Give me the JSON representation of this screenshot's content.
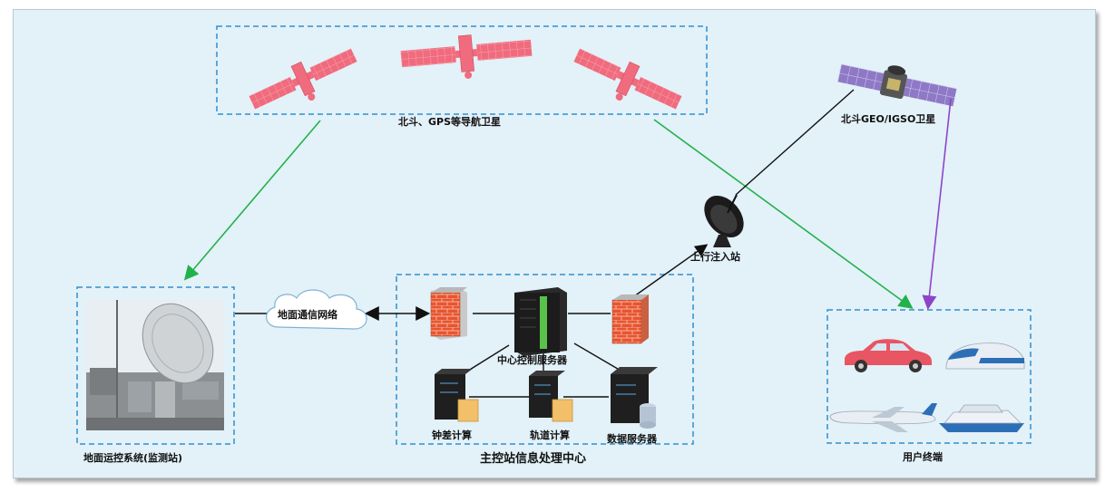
{
  "labels": {
    "nav_satellites": "北斗、GPS等导航卫星",
    "geo_satellite": "北斗GEO/IGSO卫星",
    "uplink_station": "上行注入站",
    "ground_network": "地面通信网络",
    "monitor_station": "地面运控系统(监测站)",
    "center_server": "中心控制服务器",
    "clock_calc": "钟差计算",
    "orbit_calc": "轨道计算",
    "data_server": "数据服务器",
    "master_center": "主控站信息处理中心",
    "user_terminal": "用户终端"
  },
  "colors": {
    "background": "#e3f1f8",
    "box_border": "#2f8fd0",
    "green_arrow": "#22b24c",
    "purple_arrow": "#8e44c9",
    "black_line": "#111111",
    "satellite_pink": "#f06b7d",
    "firewall": "#e8542f"
  },
  "icons": [
    "navigation-satellite-icon",
    "geo-satellite-icon",
    "dish-antenna-icon",
    "firewall-icon",
    "server-rack-icon",
    "server-icon",
    "cloud-icon",
    "car-icon",
    "train-icon",
    "airplane-icon",
    "ship-icon"
  ]
}
